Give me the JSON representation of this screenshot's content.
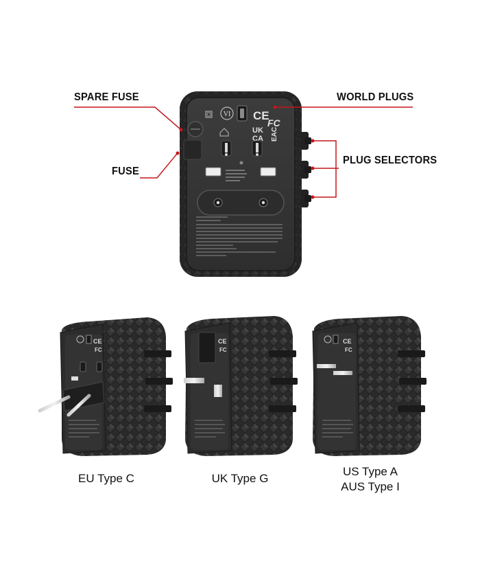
{
  "callouts": {
    "spare_fuse": "SPARE FUSE",
    "fuse": "FUSE",
    "world_plugs": "WORLD PLUGS",
    "plug_selectors": "PLUG SELECTORS"
  },
  "captions": {
    "eu": "EU Type C",
    "uk": "UK Type G",
    "us_line1": "US Type A",
    "us_line2": "AUS Type I"
  },
  "device_markings": {
    "vi_logo": "VI",
    "ce": "CE",
    "ukca_top": "UK",
    "ukca_bottom": "CA",
    "fcc": "FC",
    "eac": "EAC"
  },
  "colors": {
    "callout_line": "#c4161c",
    "device_body": "#2b2b2b",
    "device_face": "#3a3a3a",
    "text": "#111111",
    "background": "#ffffff"
  }
}
